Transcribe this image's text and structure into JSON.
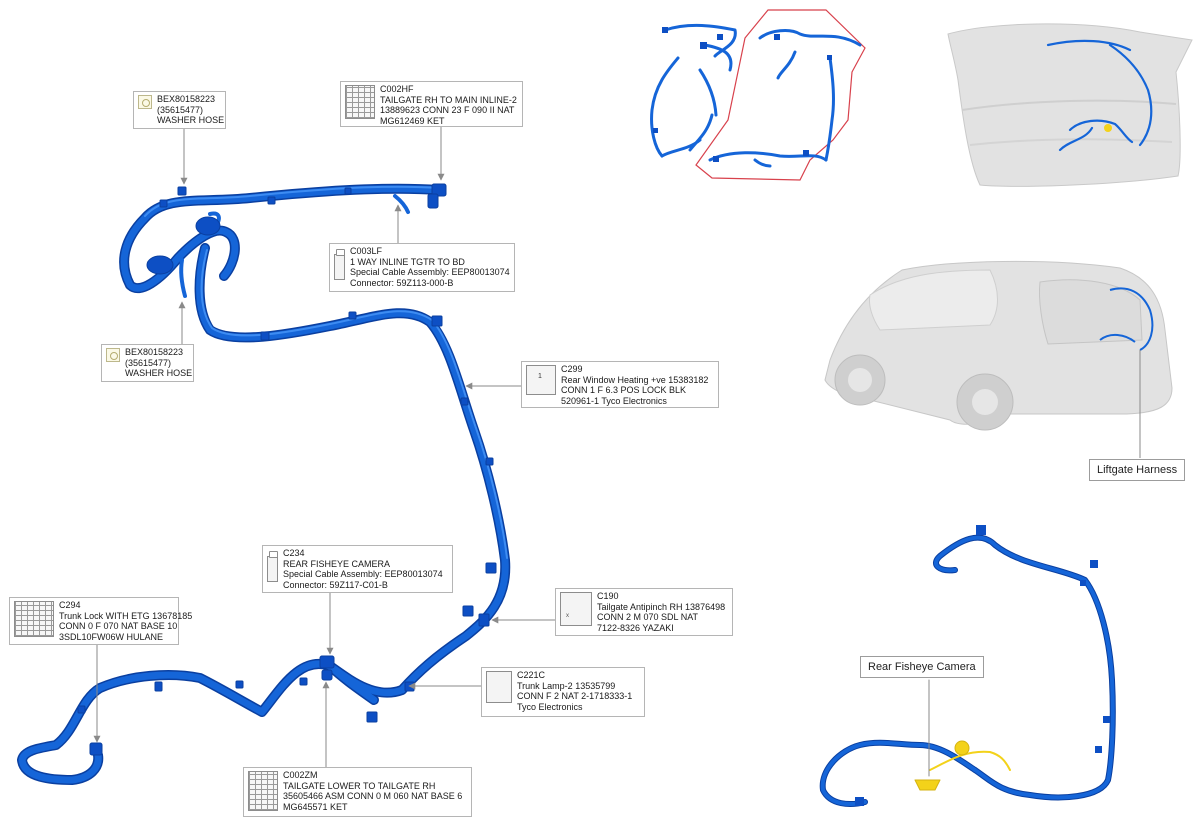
{
  "callouts": {
    "c002hf": {
      "lines": [
        "C002HF",
        "TAILGATE RH TO MAIN INLINE-2",
        "13889623 CONN 23 F 090 II NAT",
        "MG612469 KET"
      ]
    },
    "bex_upper": {
      "lines": [
        "BEX80158223",
        "(35615477)",
        "WASHER HOSE"
      ]
    },
    "c003lf": {
      "lines": [
        "C003LF",
        "1 WAY INLINE TGTR TO BD",
        "Special Cable Assembly: EEP80013074",
        "Connector: 59Z113-000-B"
      ]
    },
    "bex_lower": {
      "lines": [
        "BEX80158223",
        "(35615477)",
        "WASHER HOSE"
      ]
    },
    "c299": {
      "lines": [
        "C299",
        "Rear Window Heating +ve 15383182",
        "CONN 1 F 6.3 POS LOCK BLK",
        "520961-1 Tyco Electronics"
      ]
    },
    "c234": {
      "lines": [
        "C234",
        "REAR FISHEYE CAMERA",
        "Special Cable Assembly: EEP80013074",
        "Connector: 59Z117-C01-B"
      ]
    },
    "c190": {
      "lines": [
        "C190",
        "Tailgate Antipinch RH 13876498",
        "CONN 2 M 070 SDL NAT",
        "7122-8326 YAZAKI"
      ]
    },
    "c294": {
      "lines": [
        "C294",
        "Trunk Lock WITH ETG 13678185",
        "CONN 0 F 070 NAT BASE 10",
        "3SDL10FW06W HULANE"
      ]
    },
    "c221c": {
      "lines": [
        "C221C",
        "Trunk Lamp-2 13535799",
        "CONN F 2 NAT 2-1718333-1",
        "Tyco Electronics"
      ]
    },
    "c002zm": {
      "lines": [
        "C002ZM",
        "TAILGATE LOWER TO TAILGATE RH",
        "35605466 ASM CONN 0 M 060 NAT BASE 6",
        "MG645571 KET"
      ]
    }
  },
  "labels": {
    "liftgate_harness": "Liftgate Harness",
    "rear_fisheye_camera": "Rear Fisheye Camera"
  },
  "icons": {
    "washer_hose": "washer-hose-icon",
    "connector": "connector-icon"
  },
  "colors": {
    "harness": "#1565d8",
    "harness_dark": "#0a3fa0",
    "highlight_region": "#d8414c",
    "camera_highlight": "#f3d21a",
    "vehicle_render": "#e2e2e2",
    "leader_line": "#8a8a8a",
    "callout_border": "#b5b5b5"
  }
}
